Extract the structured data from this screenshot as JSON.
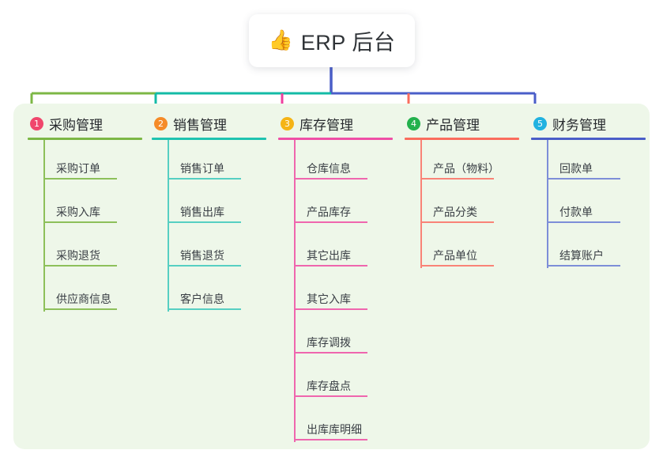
{
  "title": {
    "emoji": "👍",
    "emoji_name": "thumbs-up-emoji",
    "text": "ERP 后台"
  },
  "colors": {
    "page_background": "#ffffff",
    "panel_background": "#eef7e9",
    "card_background": "#ffffff",
    "text": "#2f3337",
    "item_text": "#3a3f45",
    "trunk": "#4a5ec8"
  },
  "chart_data": {
    "type": "diagram",
    "title": "ERP 后台",
    "root": "ERP 后台",
    "branch_count": 5,
    "layout": "top-down mind map / org chart"
  },
  "columns": [
    {
      "index": "1",
      "title": "采购管理",
      "badge_color": "#f0476c",
      "rule_color": "#7cb745",
      "line_color": "#8dc05a",
      "connector_color": "#7cb745",
      "items": [
        {
          "label": "采购订单"
        },
        {
          "label": "采购入库"
        },
        {
          "label": "采购退货"
        },
        {
          "label": "供应商信息"
        }
      ]
    },
    {
      "index": "2",
      "title": "销售管理",
      "badge_color": "#f58b28",
      "rule_color": "#1fc3b0",
      "line_color": "#56cfc2",
      "connector_color": "#13bba6",
      "items": [
        {
          "label": "销售订单"
        },
        {
          "label": "销售出库"
        },
        {
          "label": "销售退货"
        },
        {
          "label": "客户信息"
        }
      ]
    },
    {
      "index": "3",
      "title": "库存管理",
      "badge_color": "#f5b416",
      "rule_color": "#ef4fa6",
      "line_color": "#ef66ae",
      "connector_color": "#ef3f9e",
      "items": [
        {
          "label": "仓库信息"
        },
        {
          "label": "产品库存"
        },
        {
          "label": "其它出库"
        },
        {
          "label": "其它入库"
        },
        {
          "label": "库存调拨"
        },
        {
          "label": "库存盘点"
        },
        {
          "label": "出库库明细"
        }
      ]
    },
    {
      "index": "4",
      "title": "产品管理",
      "badge_color": "#23b14d",
      "rule_color": "#fa6d5e",
      "line_color": "#f98377",
      "connector_color": "#fa6d5e",
      "items": [
        {
          "label": "产品（物料）"
        },
        {
          "label": "产品分类"
        },
        {
          "label": "产品单位"
        }
      ]
    },
    {
      "index": "5",
      "title": "财务管理",
      "badge_color": "#21b2e0",
      "rule_color": "#4a5ec8",
      "line_color": "#7d8ed8",
      "connector_color": "#4a5ec8",
      "items": [
        {
          "label": "回款单"
        },
        {
          "label": "付款单"
        },
        {
          "label": "结算账户"
        }
      ]
    }
  ]
}
